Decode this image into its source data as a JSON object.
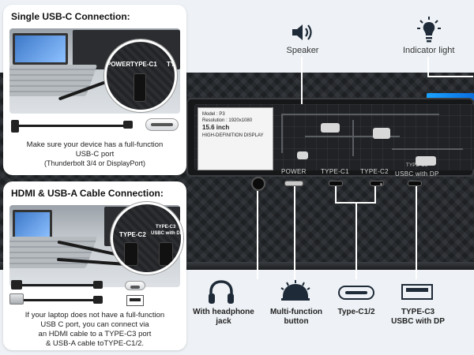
{
  "top_callouts": {
    "speaker": "Speaker",
    "indicator": "Indicator light"
  },
  "label_card": {
    "model": "Model : P3",
    "resolution": "Resolution : 1920x1080",
    "size": "15.6 inch",
    "display": "HIGH-DEFINITION DISPLAY"
  },
  "ports": {
    "power": "POWER",
    "typec1": "TYPE-C1",
    "typec2": "TYPE-C2",
    "typec3": "TYPE-C3",
    "usbc_dp": "USBC with DP"
  },
  "card1": {
    "title": "Single USB-C Connection:",
    "zoom_label_left": "POWER",
    "zoom_label_mid": "TYPE-C1",
    "zoom_label_right": "TYPE",
    "text_line1": "Make sure your device has a full-function",
    "text_line2": "USB-C port",
    "text_line3": "(Thunderbolt 3/4 or DisplayPort)"
  },
  "card2": {
    "title": "HDMI & USB-A Cable Connection:",
    "zoom_label_left": "TYPE-C2",
    "zoom_label_top": "TYPE-C3",
    "zoom_label_right": "USBC with DP",
    "text_line1": "If your laptop does not have a full-function",
    "text_line2": "USB C port, you can connect via",
    "text_line3": "an HDMI cable to a TYPE-C3 port",
    "text_line4": "& USB-A cable toTYPE-C1/2."
  },
  "bottom": {
    "headphone_line1": "With headphone",
    "headphone_line2": "jack",
    "button_line1": "Multi-function",
    "button_line2": "button",
    "typec12": "Type-C1/2",
    "typec3_line1": "TYPE-C3",
    "typec3_line2": "USBC with DP"
  },
  "colors": {
    "accent_blue": "#1aa3ff",
    "card_bg": "#ffffff",
    "page_bg": "#eef2f6"
  }
}
